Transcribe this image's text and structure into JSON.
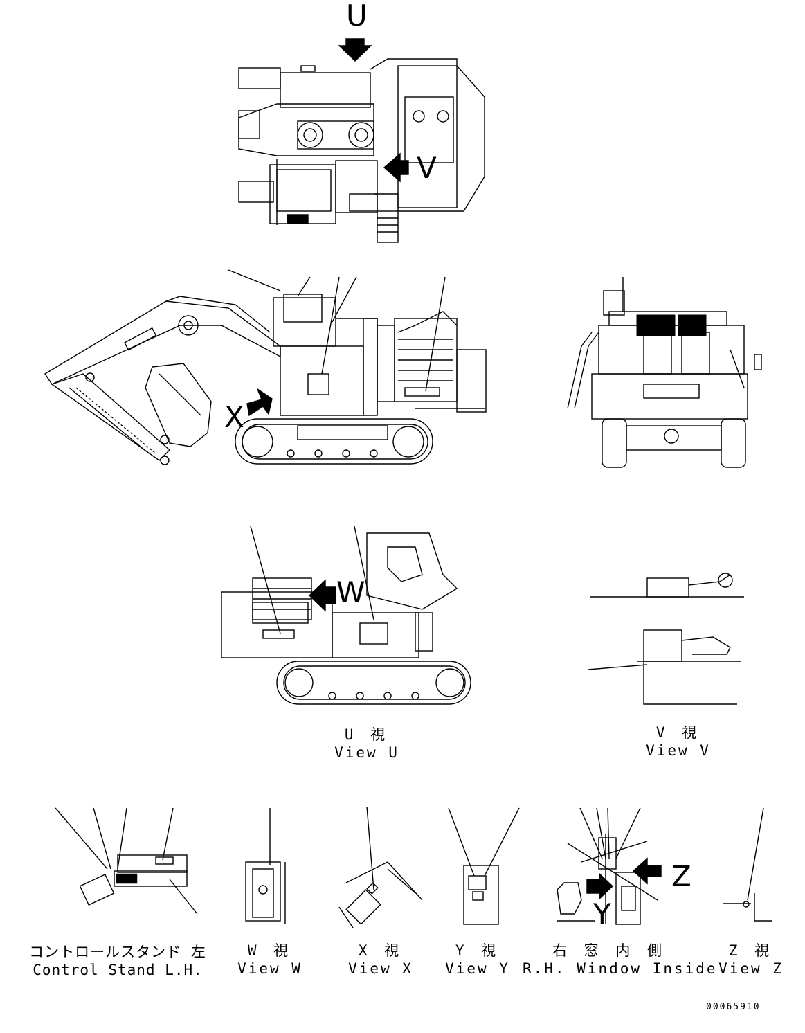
{
  "view_markers": {
    "u": "U",
    "v": "V",
    "w": "W",
    "x": "X",
    "y": "Y",
    "z": "Z"
  },
  "captions": {
    "view_u": {
      "jp": "U 視",
      "en": "View U"
    },
    "view_v": {
      "jp": "V 視",
      "en": "View V"
    },
    "control_stand": {
      "jp": "コントロールスタンド 左",
      "en": "Control Stand L.H."
    },
    "view_w": {
      "jp": "W 視",
      "en": "View W"
    },
    "view_x": {
      "jp": "X 視",
      "en": "View X"
    },
    "view_y": {
      "jp": "Y 視",
      "en": "View Y"
    },
    "rh_window": {
      "jp": "右 窓 内 側",
      "en": "R.H. Window Inside"
    },
    "view_z": {
      "jp": "Z 視",
      "en": "View Z"
    }
  },
  "document_number": "00065910",
  "colors": {
    "line": "#000000",
    "background": "#ffffff"
  }
}
